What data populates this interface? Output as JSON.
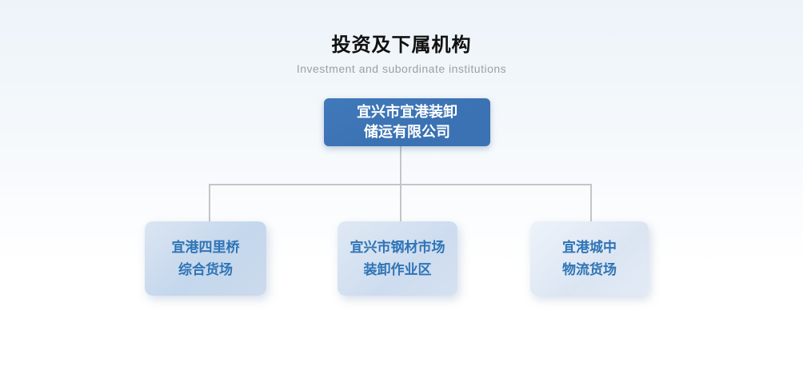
{
  "header": {
    "title": "投资及下属机构",
    "subtitle": "Investment and subordinate institutions"
  },
  "chart": {
    "root": {
      "line1": "宜兴市宜港装卸",
      "line2": "储运有限公司"
    },
    "children": [
      {
        "line1": "宜港四里桥",
        "line2": "综合货场"
      },
      {
        "line1": "宜兴市钢材市场",
        "line2": "装卸作业区"
      },
      {
        "line1": "宜港城中",
        "line2": "物流货场"
      }
    ]
  },
  "colors": {
    "bg_top": "#edf3f9",
    "title_color": "#111111",
    "subtitle_color": "#9aa0a6",
    "root_bg": "#3b72b3",
    "root_text": "#ffffff",
    "child1_bg": "#c4d7ec",
    "child2_bg": "#cddcef",
    "child3_bg": "#dbe5f2",
    "child_text": "#2e74b6",
    "connector": "#c5c5c5"
  }
}
